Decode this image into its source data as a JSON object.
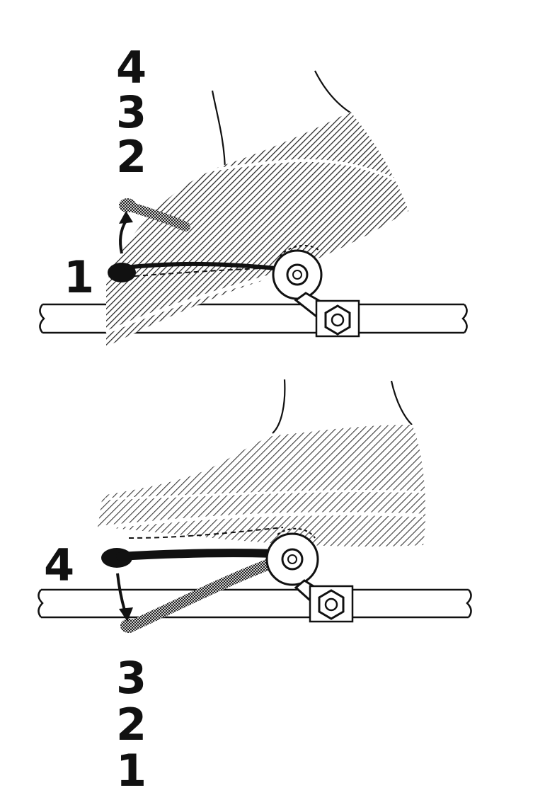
{
  "upper_panel": {
    "side_label": "1",
    "stack_labels": [
      "4",
      "3",
      "2"
    ]
  },
  "lower_panel": {
    "side_label": "4",
    "stack_labels": [
      "3",
      "2",
      "1"
    ]
  },
  "colors": {
    "ink": "#111111",
    "hatch": "#2a2a2a",
    "paper": "#ffffff"
  }
}
